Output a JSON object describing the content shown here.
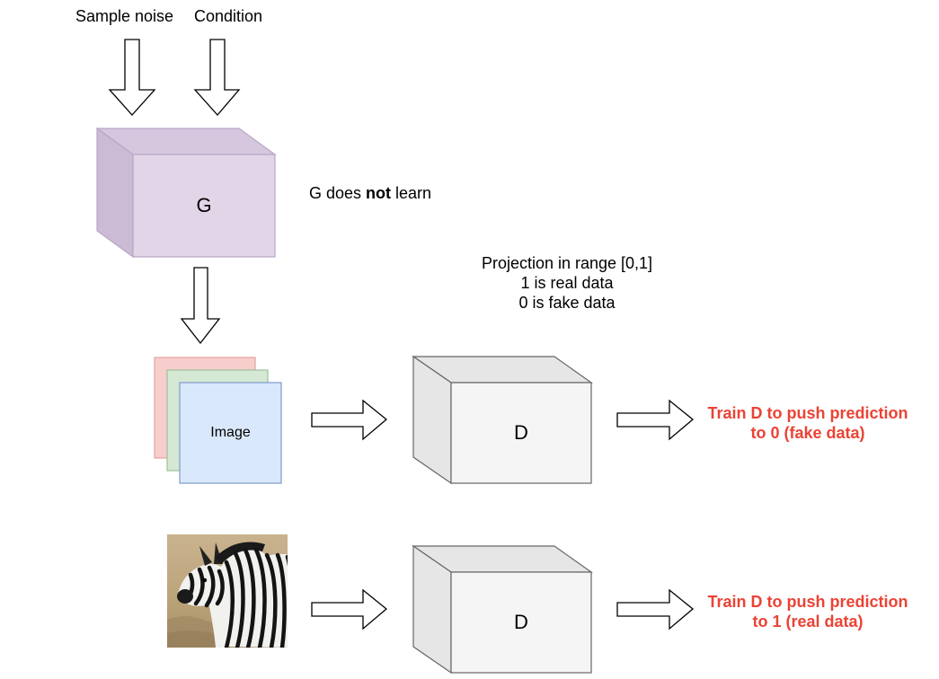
{
  "inputs": {
    "noise_label": "Sample noise",
    "condition_label": "Condition"
  },
  "generator": {
    "label": "G",
    "note_prefix": "G does ",
    "note_bold": "not",
    "note_suffix": " learn",
    "face_color": "#e1d5e7",
    "side_color": "#cbbbd4",
    "top_color": "#d6c7de",
    "stroke_color": "#b9a6c7"
  },
  "projection": {
    "line1": "Projection in range [0,1]",
    "line2": "1 is real data",
    "line3": "0 is fake data"
  },
  "fake_row": {
    "image_label": "Image",
    "discriminator_label": "D",
    "result_line1": "Train D to push prediction",
    "result_line2": "to 0 (fake data)",
    "layer_colors": [
      "#f8cecc",
      "#d5e8d4",
      "#dae8fc"
    ],
    "layer_strokes": [
      "#e0a3a0",
      "#9bc29a",
      "#7d9cc9"
    ]
  },
  "real_row": {
    "image_icon": "zebra-photo",
    "discriminator_label": "D",
    "result_line1": "Train D to push prediction",
    "result_line2": "to 1 (real data)"
  },
  "colors": {
    "result_text": "#ea4335",
    "disc_face": "#f5f5f5",
    "disc_side": "#e6e6e6",
    "disc_stroke": "#666666"
  }
}
